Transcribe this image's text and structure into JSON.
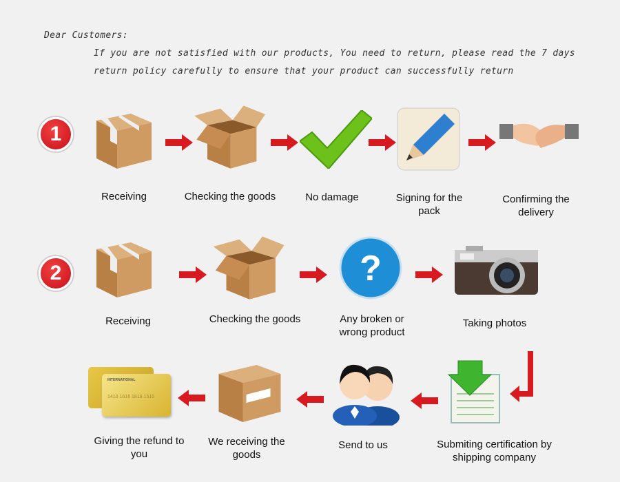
{
  "header": {
    "greeting": "Dear Customers:",
    "line1": "If you are not satisfied with our products, You need to return, please read the 7 days",
    "line2": "return policy carefully to ensure that your product can successfully return"
  },
  "row1": {
    "number": "1",
    "steps": [
      "Receiving",
      "Checking the goods",
      "No damage",
      "Signing for the pack",
      "Confirming the delivery"
    ]
  },
  "row2": {
    "number": "2",
    "steps": [
      "Receiving",
      "Checking the goods",
      "Any broken or wrong product",
      "Taking photos"
    ]
  },
  "row3": {
    "steps": [
      "Giving the refund to you",
      "We receiving the goods",
      "Send to us",
      "Submiting certification by shipping company"
    ]
  },
  "card": {
    "brand": "INTERNATIONAL",
    "number": "1410 1616 1818 1515"
  },
  "colors": {
    "accent": "#d71920",
    "box": "#c9925a",
    "check": "#6cc21a",
    "question": "#1e8fd6"
  }
}
